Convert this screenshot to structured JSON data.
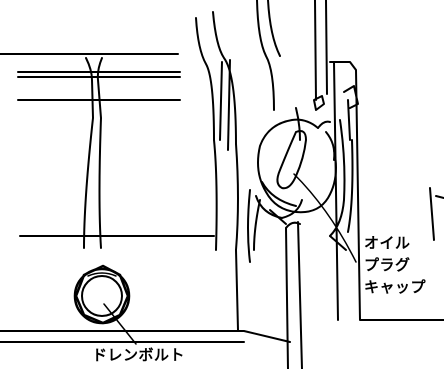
{
  "labels": {
    "oil_plug_cap_line1": "オイル",
    "oil_plug_cap_line2": "プラグ",
    "oil_plug_cap_line3": "キャップ",
    "drain_bolt": "ドレンボルト"
  },
  "colors": {
    "ink": "#000000",
    "paper": "#ffffff"
  }
}
